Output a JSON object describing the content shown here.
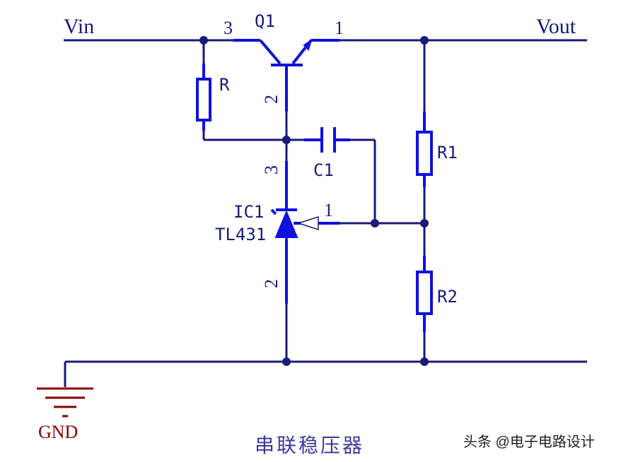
{
  "nets": {
    "vin": "Vin",
    "vout": "Vout",
    "gnd": "GND"
  },
  "components": {
    "q1": {
      "ref": "Q1",
      "pin_c": "3",
      "pin_e": "1",
      "pin_b": "2"
    },
    "r": {
      "ref": "R"
    },
    "c1": {
      "ref": "C1"
    },
    "ic1": {
      "ref": "IC1",
      "value": "TL431",
      "pin_k": "3",
      "pin_ref": "1",
      "pin_a": "2"
    },
    "r1": {
      "ref": "R1"
    },
    "r2": {
      "ref": "R2"
    }
  },
  "caption": "串联稳压器",
  "watermark": "头条 @电子电路设计",
  "colors": {
    "wire": "#1a1a7a",
    "component": "#1010e0",
    "gnd": "#8b0000"
  }
}
